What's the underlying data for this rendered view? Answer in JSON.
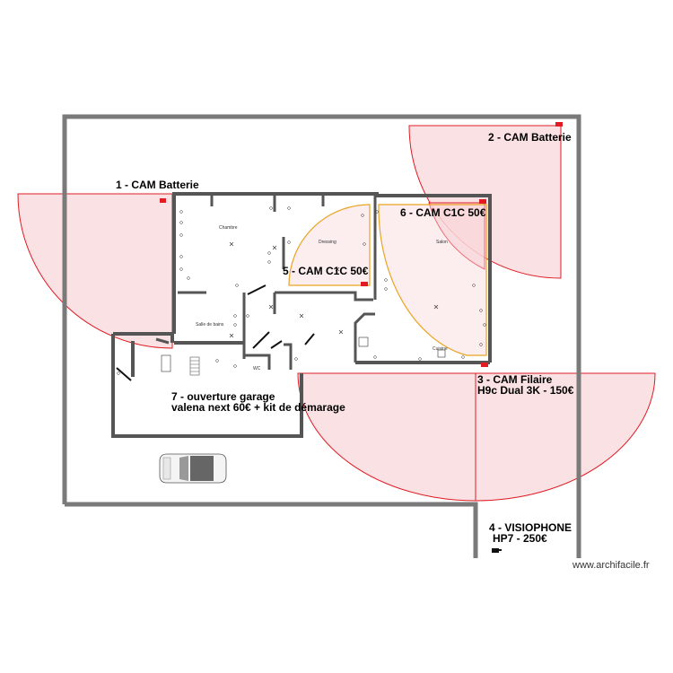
{
  "colors": {
    "wall": "#7a7a7a",
    "inner_wall": "#555555",
    "camera_zone_fill": "#f8d7d9",
    "camera_zone_stroke": "#e01b24",
    "wifi_zone_stroke": "#e9a423",
    "camera_marker": "#e01b24"
  },
  "labels": {
    "cam1": "1 - CAM Batterie",
    "cam2": "2 - CAM Batterie",
    "cam3_line1": "3 - CAM Filaire",
    "cam3_line2": "H9c Dual 3K - 150€",
    "cam4_line1": "4 - VISIOPHONE",
    "cam4_line2": "HP7 - 250€",
    "cam5": "5 - CAM C1C 50€",
    "cam6": "6 - CAM C1C 50€",
    "garage_line1": "7 - ouverture garage",
    "garage_line2": "valena next 60€ + kit de démarage"
  },
  "rooms": {
    "chambre": "Chambre",
    "dressing": "Dressing",
    "salon": "Salon",
    "cuisine": "Cuisine",
    "salle_de_bains": "Salle de bains",
    "wc": "WC"
  },
  "icons": {
    "car": "car-icon",
    "camera": "camera-icon",
    "intercom": "intercom-icon"
  },
  "watermark": "www.archifacile.fr"
}
